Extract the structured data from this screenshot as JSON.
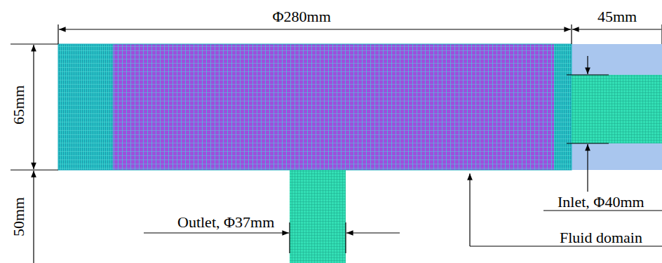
{
  "diagram": {
    "labels": [
      "Φ280mm",
      "45mm",
      "65mm",
      "50mm",
      "Outlet, Φ37mm",
      "Inlet, Φ40mm",
      "Fluid domain"
    ]
  }
}
